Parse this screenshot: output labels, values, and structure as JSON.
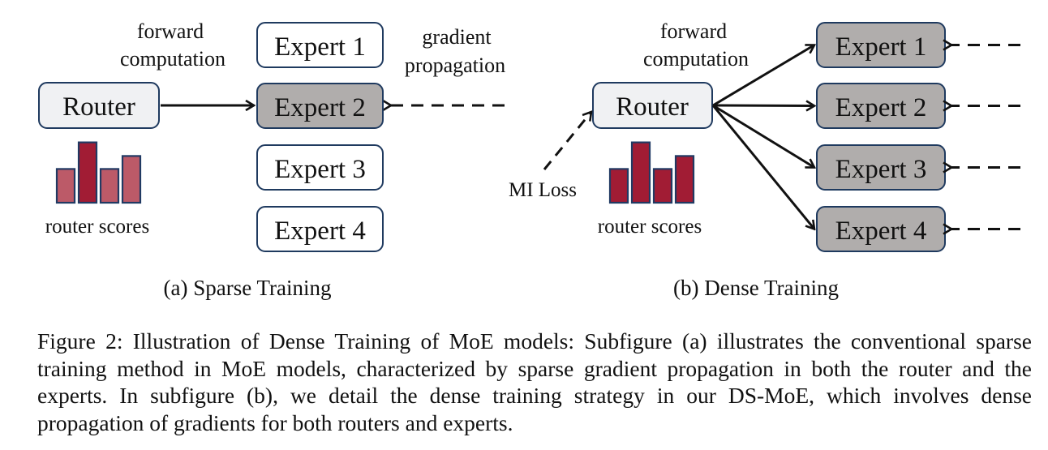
{
  "colors": {
    "box_border": "#1f3a5f",
    "router_fill": "#f0f1f3",
    "active_expert_fill": "#b0adac",
    "inactive_expert_fill": "#ffffff",
    "bar_active": "#a11c34",
    "bar_soft": "#bc5a68",
    "bar_border": "#213a63"
  },
  "sparse": {
    "subcaption": "(a) Sparse Training",
    "router_label": "Router",
    "forward_label": [
      "forward",
      "computation"
    ],
    "gradient_label": [
      "gradient",
      "propagation"
    ],
    "scores_label": "router scores",
    "router_scores": [
      0.52,
      0.93,
      0.52,
      0.72
    ],
    "top_expert_index": 1,
    "experts": [
      {
        "label": "Expert 1",
        "active": false
      },
      {
        "label": "Expert 2",
        "active": true
      },
      {
        "label": "Expert 3",
        "active": false
      },
      {
        "label": "Expert 4",
        "active": false
      }
    ]
  },
  "dense": {
    "subcaption": "(b) Dense Training",
    "router_label": "Router",
    "forward_label": [
      "forward",
      "computation"
    ],
    "mi_loss_label": "MI Loss",
    "scores_label": "router scores",
    "router_scores": [
      0.52,
      0.93,
      0.52,
      0.72
    ],
    "experts": [
      {
        "label": "Expert 1",
        "active": true
      },
      {
        "label": "Expert 2",
        "active": true
      },
      {
        "label": "Expert 3",
        "active": true
      },
      {
        "label": "Expert 4",
        "active": true
      }
    ]
  },
  "caption": "Figure 2: Illustration of Dense Training of MoE models: Subfigure (a) illustrates the conventional sparse training method in MoE models, characterized by sparse gradient propagation in both the router and the experts. In subfigure (b), we detail the dense training strategy in our DS-MoE, which involves dense propagation of gradients for both routers and experts."
}
